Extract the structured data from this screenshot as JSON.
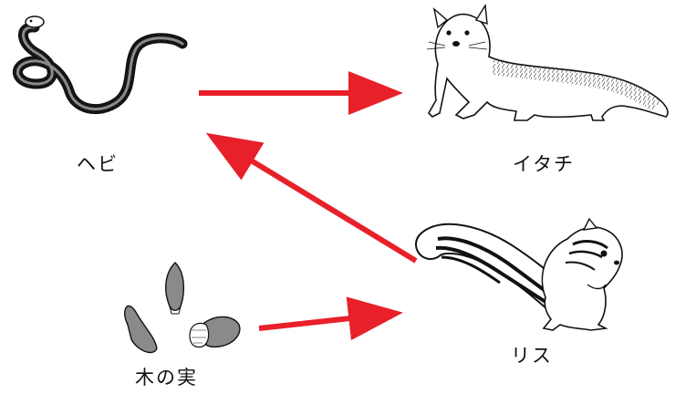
{
  "nodes": {
    "snake": {
      "label": "ヘビ",
      "icon": "snake-icon"
    },
    "weasel": {
      "label": "イタチ",
      "icon": "weasel-icon"
    },
    "squirrel": {
      "label": "リス",
      "icon": "chipmunk-icon"
    },
    "nuts": {
      "label": "木の実",
      "icon": "nuts-icon"
    }
  },
  "edges": [
    {
      "from": "snake",
      "to": "weasel"
    },
    {
      "from": "squirrel",
      "to": "snake"
    },
    {
      "from": "nuts",
      "to": "squirrel"
    }
  ],
  "colors": {
    "arrow": "#e8202a",
    "ink": "#111111",
    "nut_fill": "#8a8a8a"
  }
}
